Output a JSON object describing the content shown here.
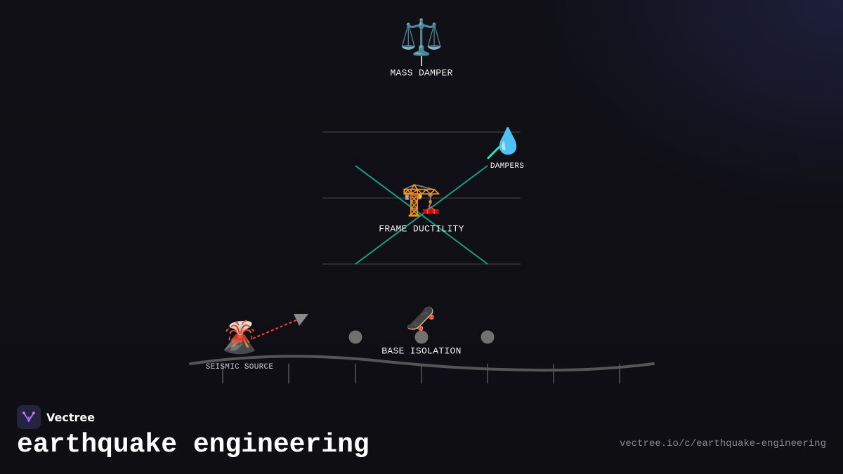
{
  "diagram": {
    "mass_damper": {
      "emoji": "⚖️",
      "label": "MASS DAMPER"
    },
    "dampers": {
      "emoji": "💧",
      "label": "DAMPERS"
    },
    "frame": {
      "emoji": "🏗️",
      "label": "FRAME DUCTILITY"
    },
    "base": {
      "emoji": "🛹",
      "label": "BASE ISOLATION"
    },
    "seismic": {
      "emoji": "🌋",
      "label": "SEISMIC SOURCE"
    }
  },
  "colors": {
    "brace": "#16a085",
    "damper_accent": "#2ee6c0",
    "seismic_wave": "#e74c3c",
    "arrow": "#8a8a8a",
    "ground": "#555555",
    "floor_line": "#4a4a4a",
    "bearing": "#707070"
  },
  "footer": {
    "brand_name": "Vectree",
    "title": "earthquake engineering",
    "url": "vectree.io/c/earthquake-engineering"
  },
  "icons": {
    "brand_logo": "vectree-logo-icon"
  }
}
